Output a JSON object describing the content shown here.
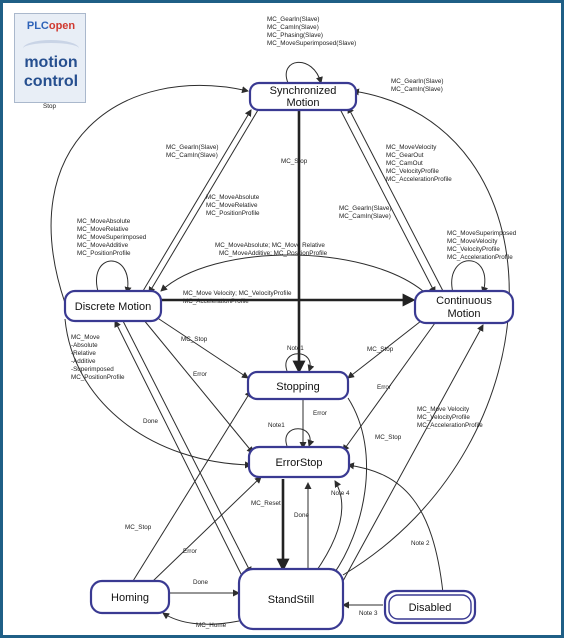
{
  "logo": {
    "plc": "PLC",
    "open": "open",
    "line1": "motion",
    "line2": "control"
  },
  "states": {
    "synchronized": {
      "line1": "Synchronized",
      "line2": "Motion"
    },
    "discrete": {
      "label": "Discrete Motion"
    },
    "continuous": {
      "line1": "Continuous",
      "line2": "Motion"
    },
    "stopping": {
      "label": "Stopping"
    },
    "errorstop": {
      "label": "ErrorStop"
    },
    "homing": {
      "label": "Homing"
    },
    "standstill": {
      "label": "StandStill"
    },
    "disabled": {
      "label": "Disabled"
    }
  },
  "labels": {
    "sync_self": [
      "MC_GearIn(Slave)",
      "MC_CamIn(Slave)",
      "MC_Phasing(Slave)",
      "MC_MoveSuperimposed(Slave)"
    ],
    "to_sync_right": [
      "MC_GearIn(Slave)",
      "MC_CamIn(Slave)"
    ],
    "stop_label": "Stop",
    "sync_to_disc_in": [
      "MC_GearIn(Slave)",
      "MC_CamIn(Slave)"
    ],
    "sync_mcstop": "MC_Stop",
    "sync_to_cont": [
      "MC_MoveVelocity",
      "MC_GearOut",
      "MC_CamOut",
      "MC_VelocityProfile",
      "MC_AccelerationProfile"
    ],
    "sync_to_disc": [
      "MC_MoveAbsolute",
      "MC_MoveRelative",
      "MC_PositionProfile"
    ],
    "cont_to_sync": [
      "MC_GearIn(Slave)",
      "MC_CamIn(Slave)"
    ],
    "disc_self": [
      "MC_MoveAbsolute",
      "MC_MoveRelative",
      "MC_MoveSuperimposed",
      "MC_MoveAdditive",
      "MC_PositionProfile"
    ],
    "cont_self": [
      "MC_MoveSuperimposed",
      "MC_MoveVelocity",
      "MC_VelocityProfile",
      "MC_AccelerationProfile"
    ],
    "cont_to_disc": [
      "MC_MoveAbsolute; MC_Move Relative",
      "MC_MoveAdditive; MC_PositionProfile"
    ],
    "disc_to_cont": [
      "MC_Move Velocity; MC_VelocityProfile",
      "MC_AccelerationProfile"
    ],
    "disc_mcstop": "MC_Stop",
    "cont_mcstop": "MC_Stop",
    "note1_stopping": "Note1",
    "standstill_to_disc": [
      "MC_Move",
      "-Absolute",
      "-Relative",
      "-Additive",
      "-Superimposed",
      "MC_PositionProfile"
    ],
    "error_disc": "Error",
    "error_cont": "Error",
    "done_disc": "Done",
    "error_stopping": "Error",
    "note1_errorstop": "Note1",
    "mc_stop_right": "MC_Stop",
    "standstill_to_cont": [
      "MC_Move Velocity",
      "MC_VelocityProfile",
      "MC_AccelerationProfile"
    ],
    "mc_reset": "MC_Reset",
    "done_errorstop": "Done",
    "note4": "Note 4",
    "note2": "Note 2",
    "homing_mcstop": "MC_Stop",
    "homing_error": "Error",
    "homing_done": "Done",
    "mc_home": "MC_Home",
    "note3": "Note 3"
  }
}
